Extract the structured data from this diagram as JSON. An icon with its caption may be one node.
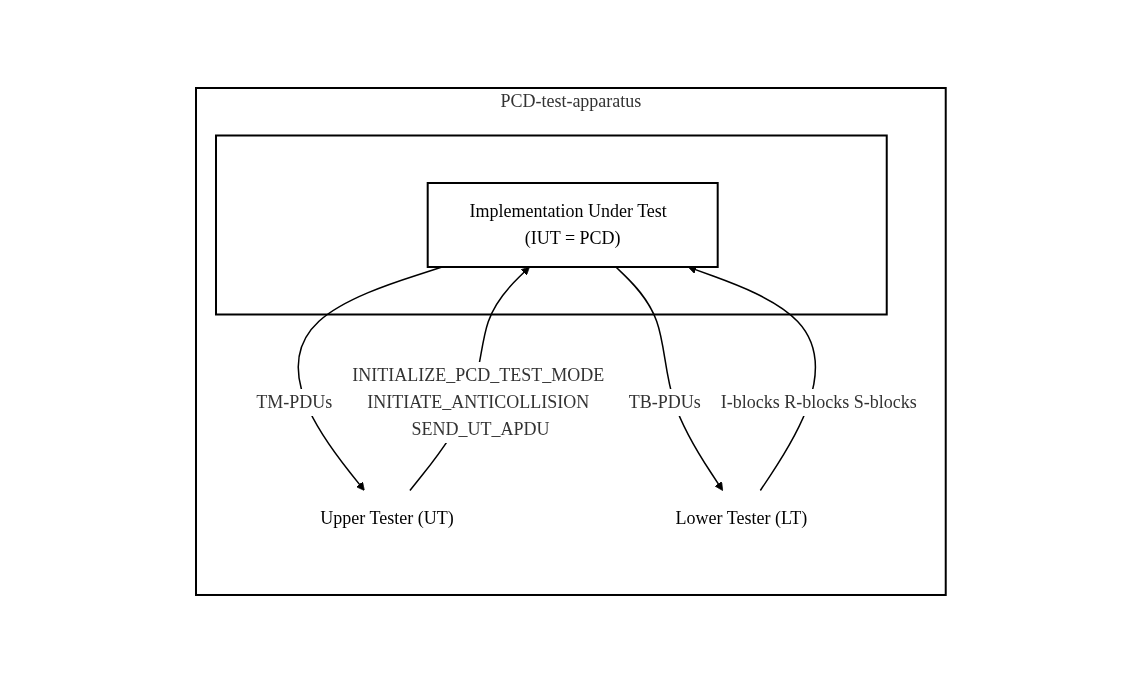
{
  "diagram": {
    "nodes": [
      {
        "text": [
          "PCD-test-apparatus"
        ]
      },
      {
        "text": [
          "Upper Tester (UT)"
        ],
        "in": 0
      },
      {
        "text": [],
        "shape": "box",
        "in": 0
      },
      {
        "text": [
          "Implementation Under Test  (IUT = PCD)"
        ],
        "in": 2
      },
      {
        "text": [
          "Lower Tester (LT)"
        ],
        "in": 0
      }
    ],
    "edges": [
      {
        "from": 3,
        "to": 1,
        "arrow": "to",
        "label": "TM-PDUs"
      },
      {
        "from": 1,
        "to": 3,
        "arrow": "to",
        "label": "INITIALIZE_PCD_TEST_MODE INITIATE_ANTICOLLISION SEND_UT_APDU"
      },
      {
        "from": 3,
        "to": 4,
        "arrow": "to",
        "label": "TB-PDUs"
      },
      {
        "from": 4,
        "to": 3,
        "arrow": "to",
        "label": "I-blocks R-blocks S-blocks"
      }
    ]
  }
}
